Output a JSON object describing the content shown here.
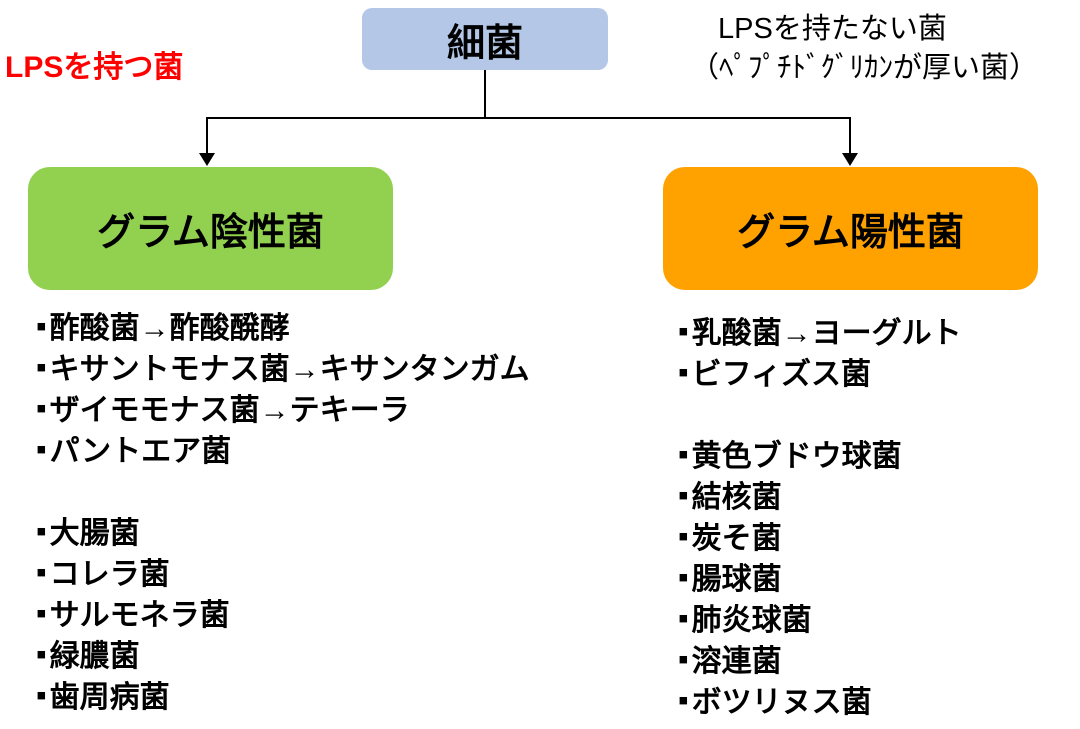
{
  "bullet": "▪",
  "colors": {
    "root_box": "#b4c7e7",
    "negative_box": "#92d050",
    "positive_box": "#ffa200",
    "lps_label": "#ff0000",
    "line": "#000000",
    "text": "#000000"
  },
  "root": {
    "label": "細菌"
  },
  "left_annotation": {
    "text": "LPSを持つ菌"
  },
  "right_annotation": {
    "line1": "LPSを持たない菌",
    "line2": "（ﾍﾟﾌﾟﾁﾄﾞｸﾞﾘｶﾝが厚い菌）"
  },
  "gram_negative": {
    "title": "グラム陰性菌",
    "items": [
      "酢酸菌→酢酸醗酵",
      "キサントモナス菌→キサンタンガム",
      "ザイモモナス菌→テキーラ",
      "パントエア菌",
      "",
      "大腸菌",
      "コレラ菌",
      "サルモネラ菌",
      "緑膿菌",
      "歯周病菌"
    ]
  },
  "gram_positive": {
    "title": "グラム陽性菌",
    "items": [
      "乳酸菌→ヨーグルト",
      "ビフィズス菌",
      "",
      "黄色ブドウ球菌",
      "結核菌",
      "炭そ菌",
      "腸球菌",
      "肺炎球菌",
      "溶連菌",
      "ボツリヌス菌"
    ]
  }
}
